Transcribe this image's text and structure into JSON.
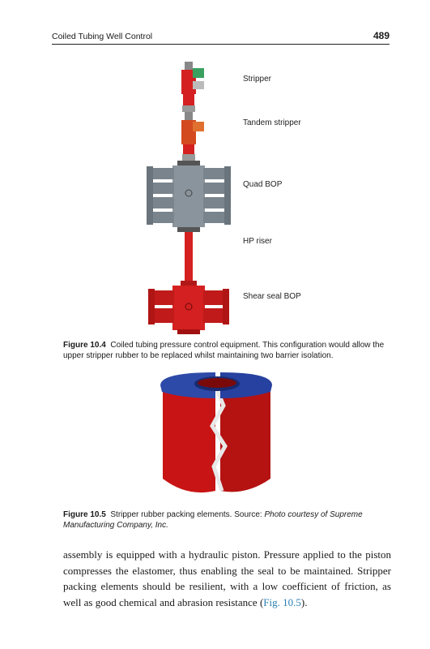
{
  "header": {
    "running_head": "Coiled Tubing Well Control",
    "page_number": "489"
  },
  "figure1": {
    "labels": {
      "stripper": "Stripper",
      "tandem_stripper": "Tandem stripper",
      "quad_bop": "Quad BOP",
      "hp_riser": "HP riser",
      "shear_seal_bop": "Shear seal BOP"
    },
    "caption_label": "Figure 10.4",
    "caption_text": "Coiled tubing pressure control equipment. This configuration would allow the upper stripper rubber to be replaced whilst maintaining two barrier isolation."
  },
  "figure2": {
    "caption_label": "Figure 10.5",
    "caption_text": "Stripper rubber packing elements. Source:",
    "caption_source": "Photo courtesy of Supreme Manufacturing Company, Inc."
  },
  "body": {
    "text_before_ref": "assembly is equipped with a hydraulic piston. Pressure applied to the piston compresses the elastomer, thus enabling the seal to be maintained. Stripper packing elements should be resilient, with a low coefficient of friction, as well as good chemical and abrasion resistance (",
    "ref_text": "Fig. 10.5",
    "text_after_ref": ")."
  },
  "colors": {
    "stripper_red": "#d42020",
    "bop_grey": "#8a949c",
    "rubber_red": "#c81414",
    "rubber_blue": "#2d4aa8",
    "link_blue": "#2a7fb3"
  }
}
